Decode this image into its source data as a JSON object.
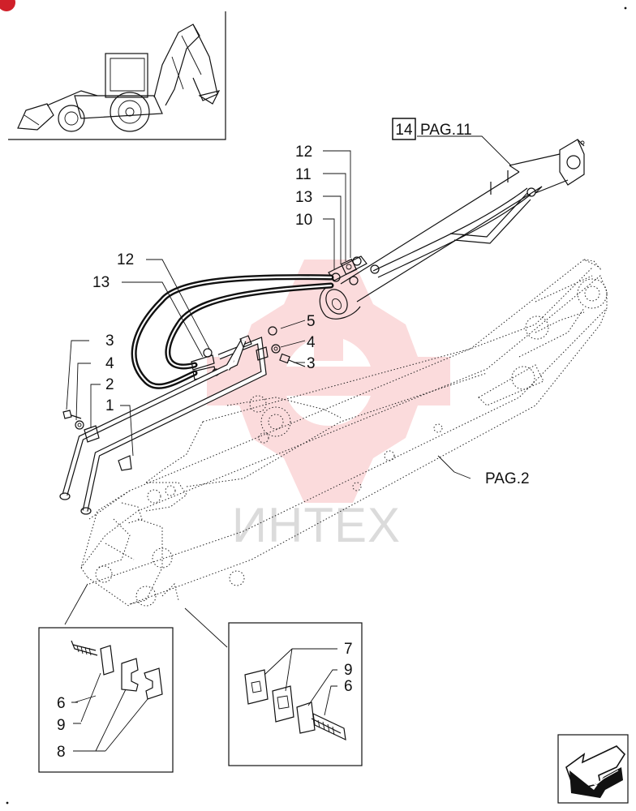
{
  "callouts": {
    "ref_box": "14",
    "ref_page_top": "PAG.11",
    "ref_page_boom": "PAG.2",
    "c12a": "12",
    "c11": "11",
    "c13a": "13",
    "c10": "10",
    "c12b": "12",
    "c13b": "13",
    "c5": "5",
    "c4a": "4",
    "c3a": "3",
    "c3b": "3",
    "c4b": "4",
    "c2": "2",
    "c1": "1",
    "d1_6": "6",
    "d1_9": "9",
    "d1_8": "8",
    "d2_7": "7",
    "d2_9": "9",
    "d2_6": "6"
  },
  "watermark": {
    "text": "ИНТЕХ",
    "color": "#e8252b"
  },
  "colors": {
    "line": "#111111",
    "badge": "#d0202a"
  }
}
